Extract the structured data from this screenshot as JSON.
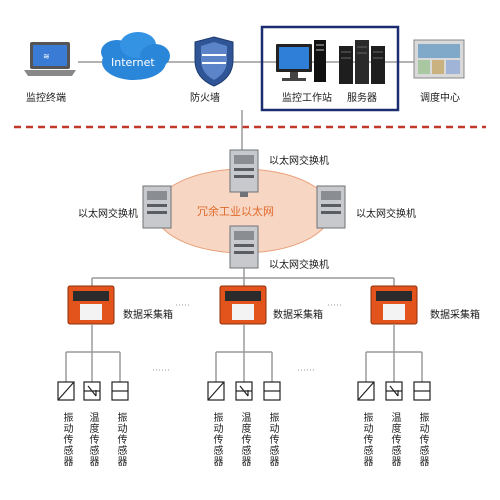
{
  "top": {
    "terminal": "监控终端",
    "internet": "Internet",
    "firewall": "防火墙",
    "workstation": "监控工作站",
    "server": "服务器",
    "dispatch": "调度中心"
  },
  "ring": {
    "label": "冗余工业以太网",
    "switch_label": "以太网交换机"
  },
  "collector_label": "数据采集箱",
  "sensors": {
    "vibration": "振动传感器",
    "temperature": "温度传感器"
  },
  "colors": {
    "cloud": "#2a86d9",
    "dashed_line": "#c0392b",
    "ring_fill": "#f7d7c4",
    "ring_text": "#e06a2b",
    "collector": "#e2541c",
    "line": "#9a9a9a"
  }
}
